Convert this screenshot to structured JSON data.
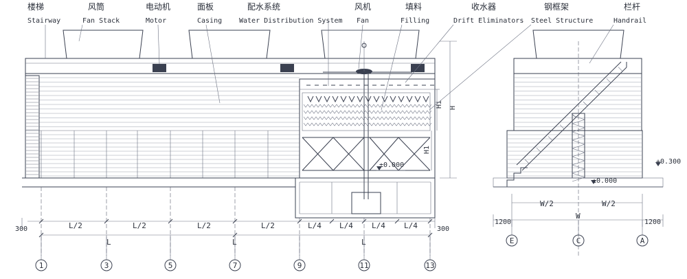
{
  "labels": {
    "stairway": {
      "cn": "楼梯",
      "en": "Stairway"
    },
    "fan_stack": {
      "cn": "风筒",
      "en": "Fan Stack"
    },
    "motor": {
      "cn": "电动机",
      "en": "Motor"
    },
    "casing": {
      "cn": "面板",
      "en": "Casing"
    },
    "water_dist": {
      "cn": "配水系统",
      "en": "Water Distribution System"
    },
    "fan": {
      "cn": "风机",
      "en": "Fan"
    },
    "filling": {
      "cn": "填料",
      "en": "Filling"
    },
    "drift": {
      "cn": "收水器",
      "en": "Drift Eliminators"
    },
    "steel": {
      "cn": "钢框架",
      "en": "Steel Structure"
    },
    "handrail": {
      "cn": "栏杆",
      "en": "Handrail"
    }
  },
  "elevations": {
    "zero_left": "±0.000",
    "zero_right": "±0.000",
    "plus": "+0.300"
  },
  "dims": {
    "left_300": "300",
    "right_300": "300",
    "half_L": "L/2",
    "quarter_L": "L/4",
    "L": "L",
    "left_1200": "1200",
    "right_1200": "1200",
    "half_W": "W/2",
    "W": "W",
    "H": "H",
    "H1": "H1",
    "Hi": "Hi"
  },
  "axes_front": [
    "1",
    "3",
    "5",
    "7",
    "9",
    "11",
    "13"
  ],
  "axes_side": [
    "E",
    "C",
    "A"
  ],
  "colors": {
    "ink": "#2a2f3a",
    "paper": "#ffffff"
  }
}
